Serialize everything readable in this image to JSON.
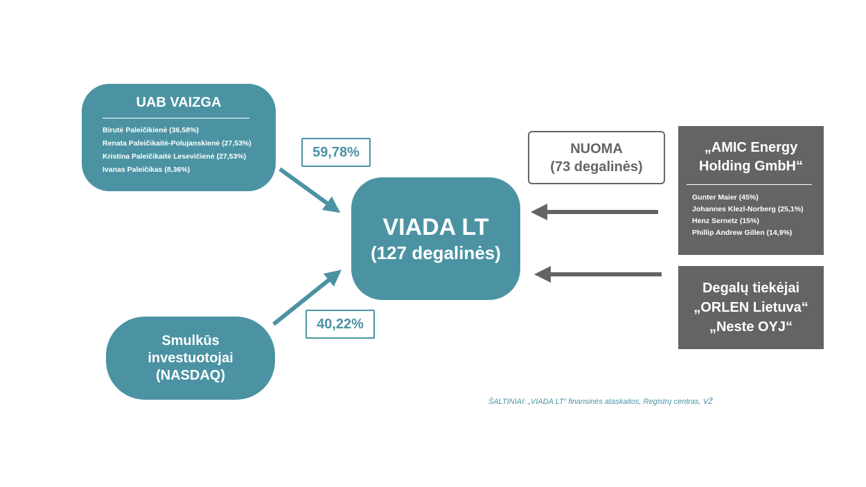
{
  "vaizga": {
    "title": "UAB VAIZGA",
    "owners": [
      "Birutė Paleičikienė (36,58%)",
      "Renata Paleičikaitė-Polujanskienė (27,53%)",
      "Kristina Paleičikaitė Lesevičienė (27,53%)",
      "Ivanas Paleičikas (8,36%)"
    ]
  },
  "share_vaizga": "59,78%",
  "share_small": "40,22%",
  "viada": {
    "title": "VIADA LT",
    "subtitle": "(127 degalinės)"
  },
  "small_investors": {
    "line1": "Smulkūs",
    "line2": "investuotojai",
    "line3": "(NASDAQ)"
  },
  "nuoma": {
    "line1": "NUOMA",
    "line2": "(73 degalinės)"
  },
  "amic": {
    "line1": "„AMIC Energy",
    "line2": "Holding GmbH“",
    "owners": [
      "Gunter Maier (45%)",
      "Johannes Klezl-Norberg (25,1%)",
      "Henz Sernetz (15%)",
      "Phillip Andrew Gillen (14,9%)"
    ]
  },
  "suppliers": {
    "line1": "Degalų tiekėjai",
    "line2": "„ORLEN Lietuva“",
    "line3": "„Neste OYJ“"
  },
  "source": "ŠALTINIAI: „VIADA LT“ finansinės ataskaitos, Registrų centras, VŽ",
  "colors": {
    "teal": "#4b93a3",
    "gray": "#646464"
  }
}
